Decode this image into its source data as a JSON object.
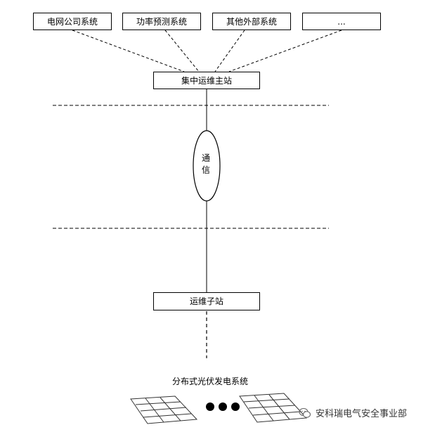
{
  "external_systems": [
    {
      "label": "电网公司系统"
    },
    {
      "label": "功率预测系统"
    },
    {
      "label": "其他外部系统"
    },
    {
      "label": "..."
    }
  ],
  "master_station": {
    "label": "集中运维主站"
  },
  "communication": {
    "line1": "通",
    "line2": "信"
  },
  "substation": {
    "label": "运维子站"
  },
  "pv_system": {
    "label": "分布式光伏发电系统"
  },
  "watermark": {
    "text": "安科瑞电气安全事业部",
    "icon": "wechat-icon"
  }
}
